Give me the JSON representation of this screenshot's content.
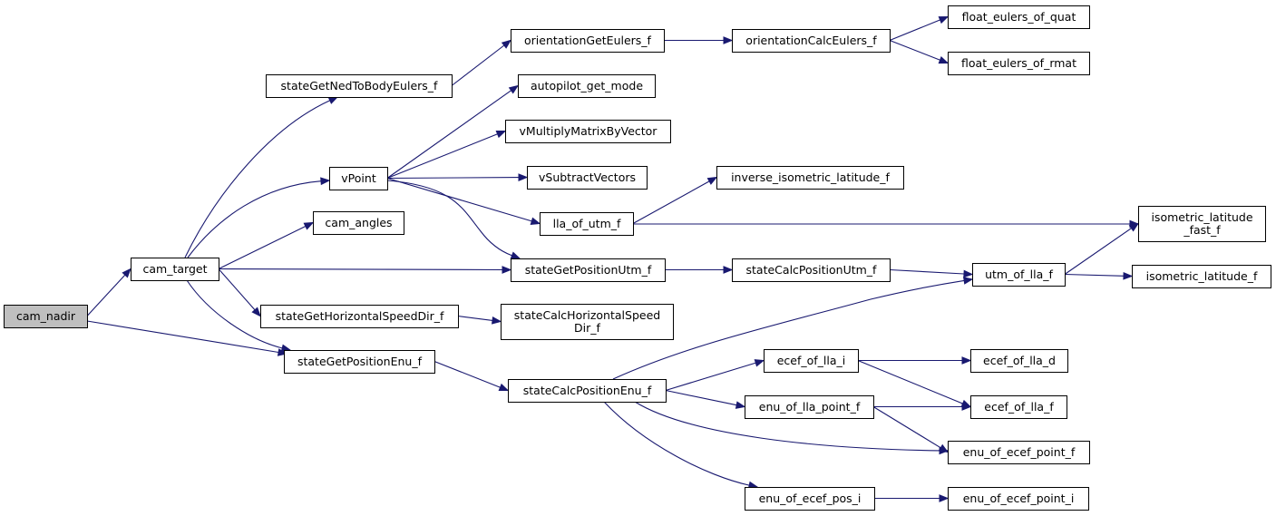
{
  "nodes": {
    "cam_nadir": {
      "lines": [
        "cam_nadir"
      ]
    },
    "cam_target": {
      "lines": [
        "cam_target"
      ]
    },
    "stateGetNedToBodyEulers_f": {
      "lines": [
        "stateGetNedToBodyEulers_f"
      ]
    },
    "orientationGetEulers_f": {
      "lines": [
        "orientationGetEulers_f"
      ]
    },
    "orientationCalcEulers_f": {
      "lines": [
        "orientationCalcEulers_f"
      ]
    },
    "float_eulers_of_quat": {
      "lines": [
        "float_eulers_of_quat"
      ]
    },
    "float_eulers_of_rmat": {
      "lines": [
        "float_eulers_of_rmat"
      ]
    },
    "autopilot_get_mode": {
      "lines": [
        "autopilot_get_mode"
      ]
    },
    "vPoint": {
      "lines": [
        "vPoint"
      ]
    },
    "vMultiplyMatrixByVector": {
      "lines": [
        "vMultiplyMatrixByVector"
      ]
    },
    "vSubtractVectors": {
      "lines": [
        "vSubtractVectors"
      ]
    },
    "inverse_isometric_latitude_f": {
      "lines": [
        "inverse_isometric_latitude_f"
      ]
    },
    "lla_of_utm_f": {
      "lines": [
        "lla_of_utm_f"
      ]
    },
    "cam_angles": {
      "lines": [
        "cam_angles"
      ]
    },
    "isometric_latitude_fast_f": {
      "lines": [
        "isometric_latitude",
        "_fast_f"
      ]
    },
    "stateGetPositionUtm_f": {
      "lines": [
        "stateGetPositionUtm_f"
      ]
    },
    "stateCalcPositionUtm_f": {
      "lines": [
        "stateCalcPositionUtm_f"
      ]
    },
    "utm_of_lla_f": {
      "lines": [
        "utm_of_lla_f"
      ]
    },
    "isometric_latitude_f": {
      "lines": [
        "isometric_latitude_f"
      ]
    },
    "stateGetHorizontalSpeedDir_f": {
      "lines": [
        "stateGetHorizontalSpeedDir_f"
      ]
    },
    "stateCalcHorizontalSpeedDir_f": {
      "lines": [
        "stateCalcHorizontalSpeed",
        "Dir_f"
      ]
    },
    "stateGetPositionEnu_f": {
      "lines": [
        "stateGetPositionEnu_f"
      ]
    },
    "stateCalcPositionEnu_f": {
      "lines": [
        "stateCalcPositionEnu_f"
      ]
    },
    "ecef_of_lla_i": {
      "lines": [
        "ecef_of_lla_i"
      ]
    },
    "ecef_of_lla_d": {
      "lines": [
        "ecef_of_lla_d"
      ]
    },
    "enu_of_lla_point_f": {
      "lines": [
        "enu_of_lla_point_f"
      ]
    },
    "ecef_of_lla_f": {
      "lines": [
        "ecef_of_lla_f"
      ]
    },
    "enu_of_ecef_point_f": {
      "lines": [
        "enu_of_ecef_point_f"
      ]
    },
    "enu_of_ecef_pos_i": {
      "lines": [
        "enu_of_ecef_pos_i"
      ]
    },
    "enu_of_ecef_point_i": {
      "lines": [
        "enu_of_ecef_point_i"
      ]
    }
  },
  "edges": [
    {
      "from": "cam_nadir",
      "to": "cam_target"
    },
    {
      "from": "cam_nadir",
      "to": "stateGetPositionEnu_f"
    },
    {
      "from": "cam_target",
      "to": "stateGetNedToBodyEulers_f"
    },
    {
      "from": "cam_target",
      "to": "vPoint"
    },
    {
      "from": "cam_target",
      "to": "cam_angles"
    },
    {
      "from": "cam_target",
      "to": "stateGetPositionUtm_f"
    },
    {
      "from": "cam_target",
      "to": "stateGetHorizontalSpeedDir_f"
    },
    {
      "from": "cam_target",
      "to": "stateGetPositionEnu_f"
    },
    {
      "from": "stateGetNedToBodyEulers_f",
      "to": "orientationGetEulers_f"
    },
    {
      "from": "orientationGetEulers_f",
      "to": "orientationCalcEulers_f"
    },
    {
      "from": "orientationCalcEulers_f",
      "to": "float_eulers_of_quat"
    },
    {
      "from": "orientationCalcEulers_f",
      "to": "float_eulers_of_rmat"
    },
    {
      "from": "vPoint",
      "to": "autopilot_get_mode"
    },
    {
      "from": "vPoint",
      "to": "vMultiplyMatrixByVector"
    },
    {
      "from": "vPoint",
      "to": "vSubtractVectors"
    },
    {
      "from": "vPoint",
      "to": "lla_of_utm_f"
    },
    {
      "from": "vPoint",
      "to": "stateGetPositionUtm_f"
    },
    {
      "from": "lla_of_utm_f",
      "to": "inverse_isometric_latitude_f"
    },
    {
      "from": "lla_of_utm_f",
      "to": "isometric_latitude_fast_f"
    },
    {
      "from": "stateGetPositionUtm_f",
      "to": "stateCalcPositionUtm_f"
    },
    {
      "from": "stateCalcPositionUtm_f",
      "to": "utm_of_lla_f"
    },
    {
      "from": "utm_of_lla_f",
      "to": "isometric_latitude_fast_f"
    },
    {
      "from": "utm_of_lla_f",
      "to": "isometric_latitude_f"
    },
    {
      "from": "stateGetHorizontalSpeedDir_f",
      "to": "stateCalcHorizontalSpeedDir_f"
    },
    {
      "from": "stateGetPositionEnu_f",
      "to": "stateCalcPositionEnu_f"
    },
    {
      "from": "stateCalcPositionEnu_f",
      "to": "utm_of_lla_f"
    },
    {
      "from": "stateCalcPositionEnu_f",
      "to": "ecef_of_lla_i"
    },
    {
      "from": "stateCalcPositionEnu_f",
      "to": "enu_of_lla_point_f"
    },
    {
      "from": "stateCalcPositionEnu_f",
      "to": "enu_of_ecef_point_f"
    },
    {
      "from": "stateCalcPositionEnu_f",
      "to": "enu_of_ecef_pos_i"
    },
    {
      "from": "ecef_of_lla_i",
      "to": "ecef_of_lla_d"
    },
    {
      "from": "ecef_of_lla_i",
      "to": "ecef_of_lla_f"
    },
    {
      "from": "enu_of_lla_point_f",
      "to": "ecef_of_lla_f"
    },
    {
      "from": "enu_of_lla_point_f",
      "to": "enu_of_ecef_point_f"
    },
    {
      "from": "enu_of_ecef_pos_i",
      "to": "enu_of_ecef_point_i"
    }
  ],
  "colors": {
    "edge": "#191970",
    "root_fill": "#bfbfbf",
    "node_fill": "#ffffff",
    "node_stroke": "#000000"
  }
}
